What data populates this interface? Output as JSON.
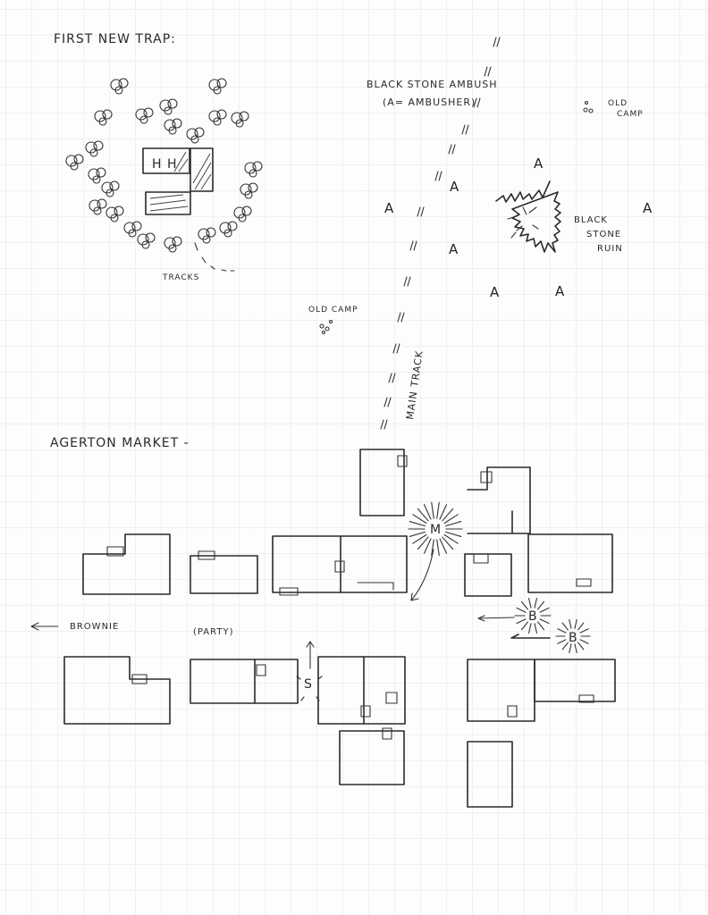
{
  "trap": {
    "title": "FIRST NEW TRAP:",
    "hut_label": "H H",
    "tracks_label": "TRACKS"
  },
  "ambush": {
    "title": "BLACK STONE AMBUSH",
    "legend": "(A= AMBUSHER)",
    "ambusher_symbol": "A",
    "ruin_label": [
      "BLACK",
      "STONE",
      "RUIN"
    ],
    "old_camp_ne": [
      "OLD",
      "CAMP"
    ],
    "old_camp_w": "OLD CAMP",
    "trail_label": "MAIN TRACK"
  },
  "market": {
    "title": "AGERTON MARKET -",
    "markers": {
      "m": "M",
      "s": "S",
      "b1": "B",
      "b2": "B"
    },
    "brownie_label": "BROWNIE",
    "party_label": "(PARTY)"
  },
  "colors": {
    "ink": "#2a2a2a",
    "grid": "#e6e6e6",
    "paper": "#fdfdfd"
  }
}
